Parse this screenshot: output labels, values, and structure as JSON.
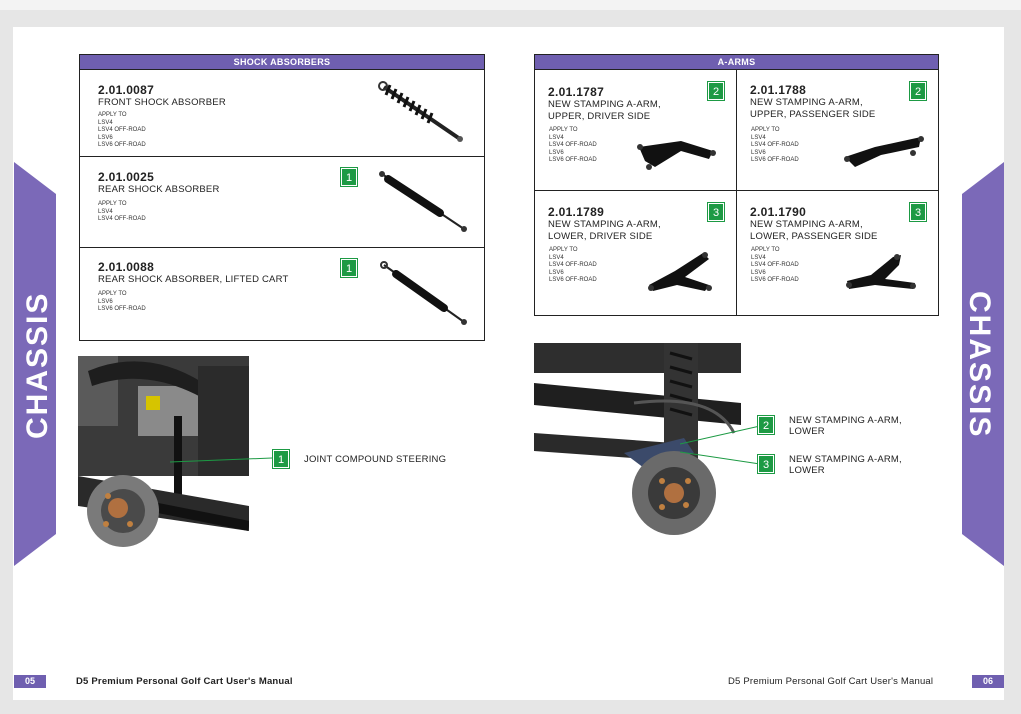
{
  "shock_absorbers": {
    "title": "SHOCK ABSORBERS",
    "items": [
      {
        "code": "2.01.0087",
        "name": "FRONT SHOCK ABSORBER",
        "apply_title": "APPLY TO",
        "apply": [
          "LSV4",
          "LSV4 OFF-ROAD",
          "LSV6",
          "LSV6 OFF-ROAD"
        ],
        "badge": ""
      },
      {
        "code": "2.01.0025",
        "name": "REAR SHOCK ABSORBER",
        "apply_title": "APPLY TO",
        "apply": [
          "LSV4",
          "LSV4 OFF-ROAD"
        ],
        "badge": "1"
      },
      {
        "code": "2.01.0088",
        "name": "REAR SHOCK ABSORBER, LIFTED CART",
        "apply_title": "APPLY TO",
        "apply": [
          "LSV6",
          "LSV6 OFF-ROAD"
        ],
        "badge": "1"
      }
    ]
  },
  "a_arms": {
    "title": "A-ARMS",
    "items": [
      {
        "code": "2.01.1787",
        "name1": "NEW STAMPING A-ARM,",
        "name2": "UPPER, DRIVER SIDE",
        "apply_title": "APPLY TO",
        "apply": [
          "LSV4",
          "LSV4 OFF-ROAD",
          "LSV6",
          "LSV6 OFF-ROAD"
        ],
        "badge": "2"
      },
      {
        "code": "2.01.1788",
        "name1": "NEW STAMPING A-ARM,",
        "name2": "UPPER, PASSENGER SIDE",
        "apply_title": "APPLY TO",
        "apply": [
          "LSV4",
          "LSV4 OFF-ROAD",
          "LSV6",
          "LSV6 OFF-ROAD"
        ],
        "badge": "2"
      },
      {
        "code": "2.01.1789",
        "name1": "NEW STAMPING A-ARM,",
        "name2": "LOWER, DRIVER SIDE",
        "apply_title": "APPLY TO",
        "apply": [
          "LSV4",
          "LSV4 OFF-ROAD",
          "LSV6",
          "LSV6 OFF-ROAD"
        ],
        "badge": "3"
      },
      {
        "code": "2.01.1790",
        "name1": "NEW STAMPING A-ARM,",
        "name2": "LOWER, PASSENGER SIDE",
        "apply_title": "APPLY TO",
        "apply": [
          "LSV4",
          "LSV4 OFF-ROAD",
          "LSV6",
          "LSV6 OFF-ROAD"
        ],
        "badge": "3"
      }
    ]
  },
  "callouts": {
    "left": {
      "badge": "1",
      "text": "JOINT COMPOUND STEERING"
    },
    "right": [
      {
        "badge": "2",
        "line1": "NEW STAMPING A-ARM,",
        "line2": "LOWER"
      },
      {
        "badge": "3",
        "line1": "NEW STAMPING A-ARM,",
        "line2": "LOWER"
      }
    ]
  },
  "side_tabs": {
    "left": "CHASSIS",
    "right": "CHASSIS"
  },
  "footer": {
    "left_page": "05",
    "left_title": "D5 Premium Personal Golf Cart User's Manual",
    "right_title": "D5 Premium Personal Golf Cart User's Manual",
    "right_page": "06"
  },
  "colors": {
    "accent": "#6f5fb0",
    "badge": "#1d9a44",
    "line": "#222222"
  }
}
